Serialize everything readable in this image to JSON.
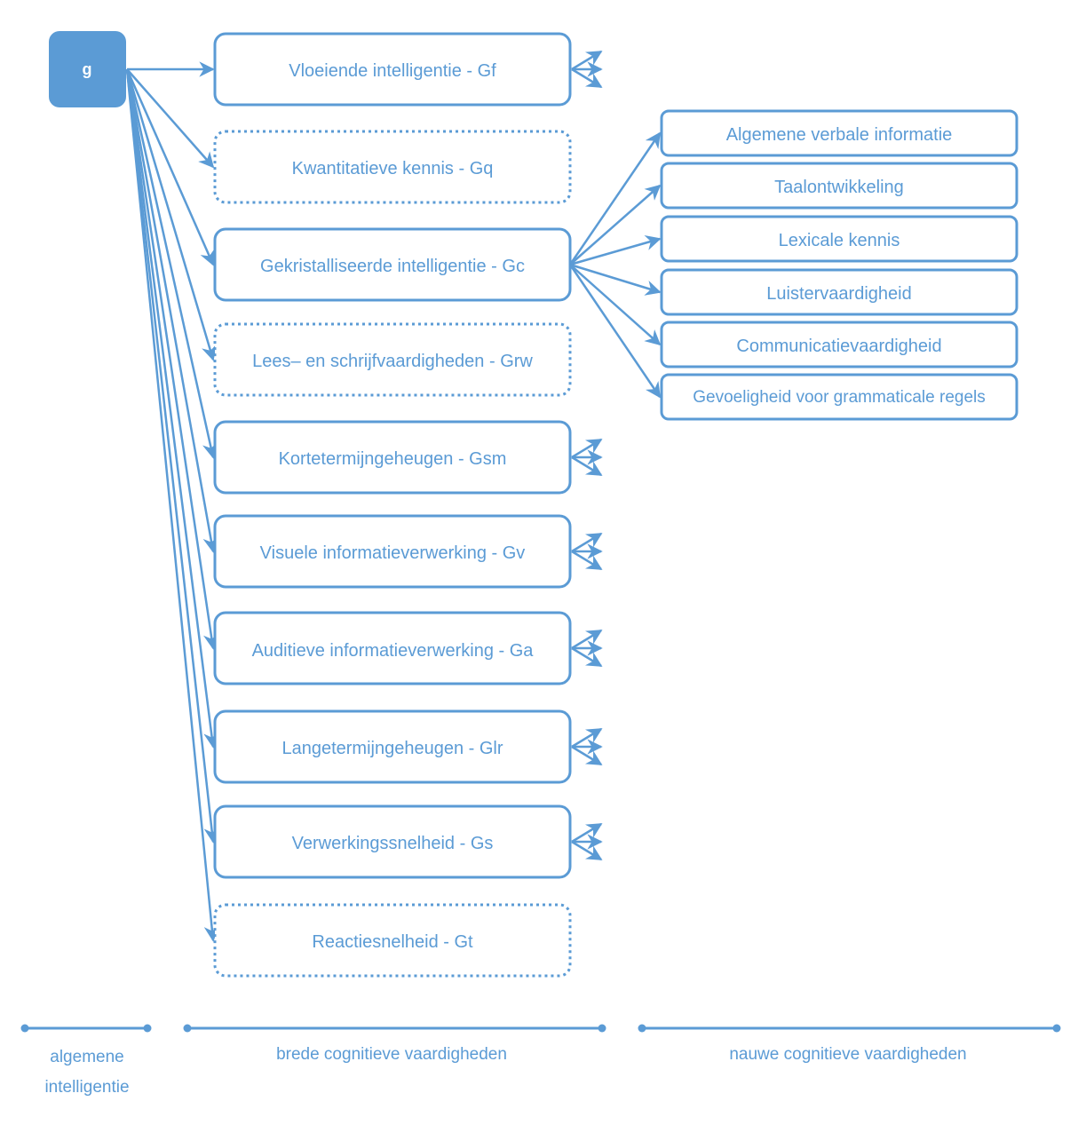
{
  "root": {
    "label": "g"
  },
  "broad_abilities": [
    {
      "label": "Vloeiende intelligentie  -  Gf",
      "dashed": false,
      "has_more_arrows": true
    },
    {
      "label": "Kwantitatieve kennis  -  Gq",
      "dashed": true,
      "has_more_arrows": false
    },
    {
      "label": "Gekristalliseerde intelligentie  -  Gc",
      "dashed": false,
      "has_more_arrows": false
    },
    {
      "label": "Lees– en schrijfvaardigheden  -  Grw",
      "dashed": true,
      "has_more_arrows": false
    },
    {
      "label": "Kortetermijngeheugen  -  Gsm",
      "dashed": false,
      "has_more_arrows": true
    },
    {
      "label": "Visuele informatieverwerking  -  Gv",
      "dashed": false,
      "has_more_arrows": true
    },
    {
      "label": "Auditieve informatieverwerking -  Ga",
      "dashed": false,
      "has_more_arrows": true
    },
    {
      "label": "Langetermijngeheugen -  Glr",
      "dashed": false,
      "has_more_arrows": true
    },
    {
      "label": "Verwerkingssnelheid -  Gs",
      "dashed": false,
      "has_more_arrows": true
    },
    {
      "label": "Reactiesnelheid -  Gt",
      "dashed": true,
      "has_more_arrows": false
    }
  ],
  "narrow_abilities": [
    {
      "label": "Algemene verbale informatie"
    },
    {
      "label": "Taalontwikkeling"
    },
    {
      "label": "Lexicale kennis"
    },
    {
      "label": "Luistervaardigheid"
    },
    {
      "label": "Communicatievaardigheid"
    },
    {
      "label": "Gevoeligheid voor grammaticale regels"
    }
  ],
  "axis": {
    "general_line1": "algemene",
    "general_line2": "intelligentie",
    "broad": "brede cognitieve vaardigheden",
    "narrow": "nauwe cognitieve vaardigheden"
  },
  "colors": {
    "accent": "#5b9bd5",
    "root_fill": "#5b9bd5",
    "root_text": "#ffffff",
    "background": "#ffffff"
  }
}
